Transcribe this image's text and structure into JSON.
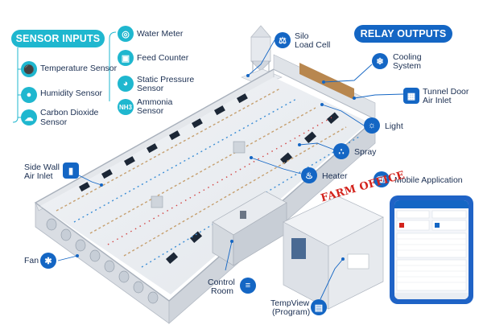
{
  "sensor_inputs": {
    "title": "SENSOR INPUTS",
    "items": [
      {
        "label": "Temperature Sensor",
        "icon": "thermometer-icon"
      },
      {
        "label": "Humidity Sensor",
        "icon": "droplet-icon"
      },
      {
        "label": "Carbon Dioxide Sensor",
        "label_line1": "Carbon Dioxide",
        "label_line2": "Sensor",
        "icon": "co2-icon"
      },
      {
        "label": "Water Meter",
        "icon": "water-meter-icon"
      },
      {
        "label": "Feed Counter",
        "icon": "feed-counter-icon"
      },
      {
        "label": "Static Pressure Sensor",
        "label_line1": "Static Pressure",
        "label_line2": "Sensor",
        "icon": "gauge-icon"
      },
      {
        "label": "Ammonia Sensor",
        "label_line1": "Ammonia",
        "label_line2": "Sensor",
        "icon": "nh3-icon",
        "icon_text": "NH3"
      }
    ]
  },
  "relay_outputs": {
    "title": "RELAY OUTPUTS",
    "items": [
      {
        "label_line1": "Cooling",
        "label_line2": "System",
        "icon": "snowflake-icon"
      },
      {
        "label_line1": "Tunnel Door",
        "label_line2": "Air Inlet",
        "icon": "tunnel-door-icon"
      },
      {
        "label": "Light",
        "icon": "light-bulb-icon"
      },
      {
        "label": "Spray",
        "icon": "spray-icon"
      },
      {
        "label": "Heater",
        "icon": "flame-icon"
      },
      {
        "label": "Mobile Application",
        "icon": "mobile-app-icon"
      }
    ]
  },
  "silo": {
    "label_line1": "Silo",
    "label_line2": "Load Cell",
    "icon": "load-cell-icon"
  },
  "side_wall": {
    "label_line1": "Side Wall",
    "label_line2": "Air Inlet",
    "icon": "side-wall-icon"
  },
  "fan": {
    "label": "Fan",
    "icon": "fan-icon"
  },
  "control_room": {
    "label_line1": "Control",
    "label_line2": "Room",
    "icon": "control-panel-icon"
  },
  "tempview": {
    "label_line1": "TempView",
    "label_line2": "(Program)",
    "icon": "computer-icon"
  },
  "farm_office": {
    "title": "FARM OFFICE"
  },
  "colors": {
    "cyan": "#1fb7cf",
    "blue": "#1466c4",
    "red": "#d3231c",
    "navy": "#1b2f52"
  }
}
